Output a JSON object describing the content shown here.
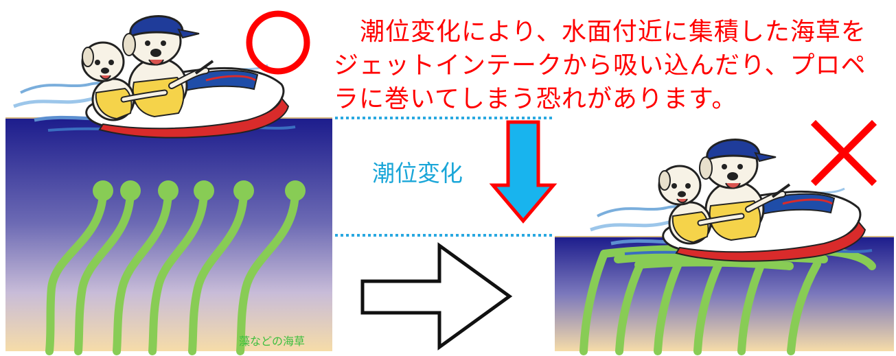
{
  "caption": {
    "lines": [
      "潮位変化により、水面付近に集積した海草を",
      "ジェットインテークから吸い込んだり、プロペ",
      "ラに巻いてしまう恐れがあります。"
    ]
  },
  "labels": {
    "tide_change": "潮位変化",
    "seaweed": "藻などの海草"
  },
  "marks": {
    "ok": "○",
    "ng": "×"
  },
  "colors": {
    "caption_red": "#ff0000",
    "tide_label_blue": "#1aa6d8",
    "seaweed_green": "#88cc55",
    "water_top": "#1c1c8c",
    "water_bottom": "#f6dca8",
    "arrow_down_fill": "#18b4ee",
    "arrow_down_outline": "#ff0000",
    "dotted_line": "#29a8e0"
  },
  "icons": {
    "ok_mark": "red-circle-icon",
    "ng_mark": "red-x-icon",
    "tide_arrow": "down-arrow-icon",
    "transition_arrow": "right-arrow-icon",
    "character": "jet-ski-characters-illustration"
  }
}
